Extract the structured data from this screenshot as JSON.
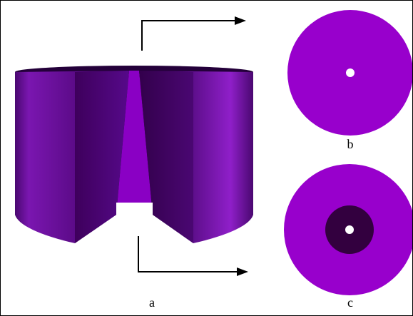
{
  "panels": {
    "a": {
      "label": "a"
    },
    "b": {
      "label": "b"
    },
    "c": {
      "label": "c"
    }
  },
  "colors": {
    "disk_fill": "#9800cc",
    "inner_ring": "#33003f",
    "hole": "#ffffff",
    "arrow": "#000000",
    "cylinder_dark": "#26003a",
    "cylinder_mid": "#5a0a86",
    "cylinder_light": "#8f1fc9",
    "cut_face": "#7a00b8"
  }
}
